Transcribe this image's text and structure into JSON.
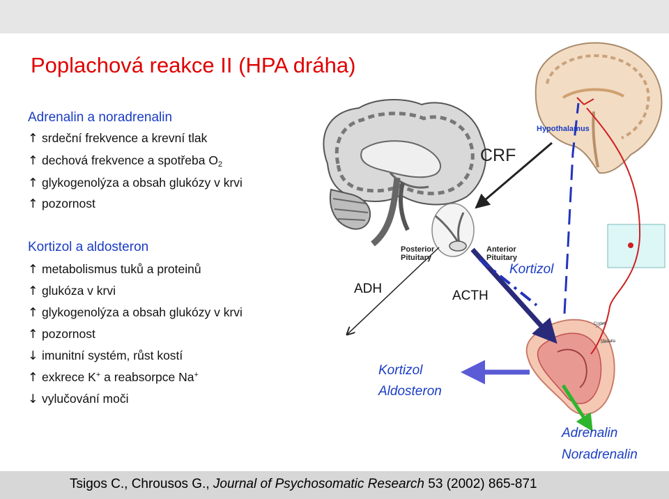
{
  "title": "Poplachová reakce II (HPA dráha)",
  "section1": {
    "heading": "Adrenalin a noradrenalin",
    "items": [
      {
        "arrow": "↑",
        "text": "srdeční frekvence a krevní tlak"
      },
      {
        "arrow": "↑",
        "text": "dechová frekvence a spotřeba O",
        "sub": "2"
      },
      {
        "arrow": "↑",
        "text": "glykogenolýza a obsah glukózy v krvi"
      },
      {
        "arrow": "↑",
        "text": "pozornost"
      }
    ]
  },
  "section2": {
    "heading": "Kortizol a aldosteron",
    "items": [
      {
        "arrow": "↑",
        "text": "metabolismus tuků a proteinů"
      },
      {
        "arrow": "↑",
        "text": "glukóza v krvi"
      },
      {
        "arrow": "↑",
        "text": "glykogenolýza a obsah glukózy v krvi"
      },
      {
        "arrow": "↑",
        "text": "pozornost"
      },
      {
        "arrow": "↓",
        "text": "imunitní systém, růst kostí"
      },
      {
        "arrow": "↑",
        "text_a": "exkrece K",
        "sup_a": "+",
        "text_b": " a reabsorpce Na",
        "sup_b": "+"
      },
      {
        "arrow": "↓",
        "text": "vylučování moči"
      }
    ]
  },
  "diagram": {
    "crf": "CRF",
    "hypothalamus": "Hypothalamus",
    "posterior_pituitary": [
      "Posterior",
      "Pituitary"
    ],
    "anterior_pituitary": [
      "Anterior",
      "Pituitary"
    ],
    "adh": "ADH",
    "acth": "ACTH",
    "kortizol_feedback": "Kortizol",
    "kortizol": "Kortizol",
    "aldosteron": "Aldosteron",
    "adrenalin": "Adrenalin",
    "noradrenalin": "Noradrenalin",
    "adrenal_labels": [
      "Cortex",
      "Medulla"
    ]
  },
  "citation": {
    "authors": "Tsigos C., Chrousos G., ",
    "journal": "Journal of Psychosomatic Research",
    "details": " 53 (2002) 865-871"
  },
  "colors": {
    "title": "#e00000",
    "heading": "#1a3cc4",
    "blue_label": "#1a3cc4",
    "acth_arrow": "#2a2a7a",
    "adrenal_arrow": "#5b5bd6",
    "green_arrow": "#2db52d",
    "nerve": "#cc2020",
    "feedback_dash": "#2233bb"
  }
}
